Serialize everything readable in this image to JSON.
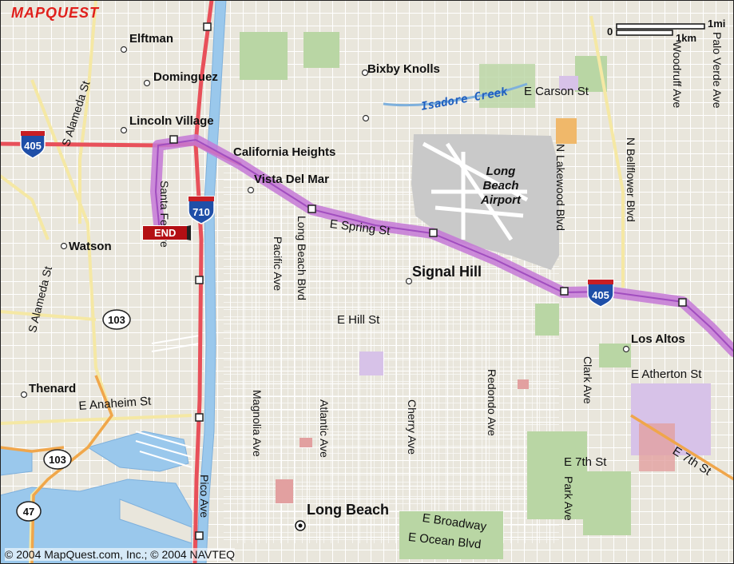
{
  "logo": "MAPQUEST",
  "copyright": "© 2004 MapQuest.com, Inc.; © 2004 NAVTEQ",
  "scale": {
    "left": "0",
    "top": "1mi",
    "bottom": "1km"
  },
  "end_label": "END",
  "places": {
    "elftman": "Elftman",
    "dominguez": "Dominguez",
    "lincoln_village": "Lincoln Village",
    "bixby_knolls": "Bixby Knolls",
    "california_heights": "California Heights",
    "vista_del_mar": "Vista Del Mar",
    "watson": "Watson",
    "signal_hill": "Signal Hill",
    "los_altos": "Los Altos",
    "thenard": "Thenard",
    "long_beach": "Long Beach",
    "airport": "Long Beach Airport"
  },
  "water": {
    "isadore_creek": "Isadore Creek"
  },
  "streets": {
    "s_alameda_st_north": "S Alameda St",
    "s_alameda_st_south": "S Alameda St",
    "santa_fe_ave": "Santa Fe Ave",
    "long_beach_blvd": "Long Beach Blvd",
    "pacific_ave": "Pacific Ave",
    "e_spring_st": "E Spring St",
    "e_carson_st": "E Carson St",
    "n_lakewood_blvd": "N Lakewood Blvd",
    "n_bellflower_blvd": "N Bellflower Blvd",
    "woodruff_ave": "Woodruff Ave",
    "palo_verde_ave": "Palo Verde Ave",
    "e_hill_st": "E Hill St",
    "e_atherton_st": "E Atherton St",
    "clark_ave": "Clark Ave",
    "e_anaheim_st": "E Anaheim St",
    "magnolia_ave": "Magnolia Ave",
    "atlantic_ave": "Atlantic Ave",
    "cherry_ave": "Cherry Ave",
    "redondo_ave": "Redondo Ave",
    "e_7th_st": "E 7th St",
    "e_7th_st_diag": "E 7th St",
    "park_ave": "Park Ave",
    "pico_ave": "Pico Ave",
    "e_broadway": "E Broadway",
    "e_ocean_blvd": "E Ocean Blvd"
  },
  "shields": {
    "i405_west": "405",
    "i405_east": "405",
    "i710": "710",
    "sr103_north": "103",
    "sr103_south": "103",
    "sr47": "47"
  },
  "colors": {
    "land": "#e9e6dc",
    "water": "#9ac8ec",
    "park": "#b9d6a4",
    "route": "#c478d6",
    "freeway": "#e8505a",
    "airport": "#c9c9c9"
  }
}
